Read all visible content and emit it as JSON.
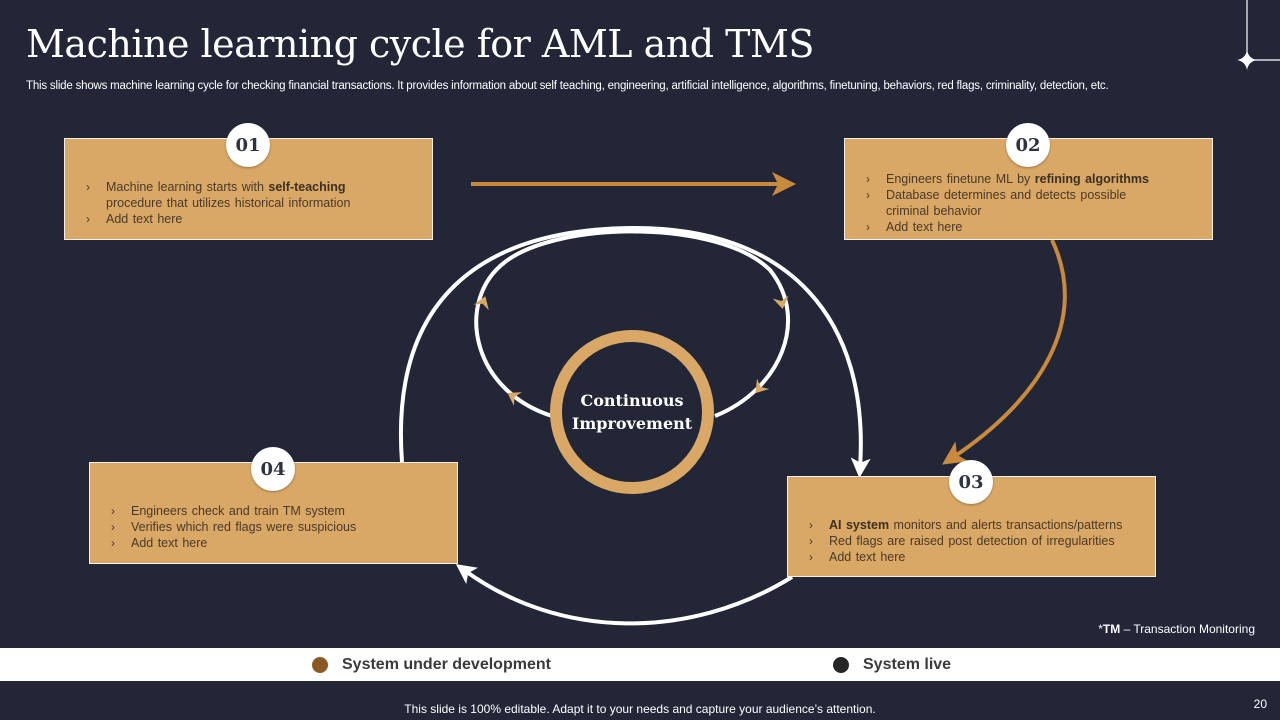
{
  "title": "Machine learning cycle for AML and TMS",
  "subtitle": "This slide shows machine learning cycle for checking financial transactions. It provides information about self teaching, engineering, artificial intelligence, algorithms, finetuning, behaviors, red flags, criminality, detection, etc.",
  "colors": {
    "background": "#222637",
    "card": "#d9a766",
    "accent_arrow": "#c98a3e",
    "development_dot": "#8b5a24",
    "live_dot": "#262626"
  },
  "center": {
    "line1": "Continuous",
    "line2": "Improvement"
  },
  "steps": [
    {
      "number": "01",
      "bullets": [
        {
          "pre": "Machine learning starts with ",
          "bold": "self-teaching",
          "post": " procedure that utilizes historical information"
        },
        {
          "pre": "Add text here",
          "bold": "",
          "post": ""
        }
      ]
    },
    {
      "number": "02",
      "bullets": [
        {
          "pre": "Engineers finetune ML by ",
          "bold": "refining algorithms",
          "post": ""
        },
        {
          "pre": "Database determines and detects possible criminal behavior",
          "bold": "",
          "post": ""
        },
        {
          "pre": "Add text here",
          "bold": "",
          "post": ""
        }
      ]
    },
    {
      "number": "03",
      "bullets": [
        {
          "pre": "",
          "bold": "AI system",
          "post": " monitors and alerts transactions/patterns"
        },
        {
          "pre": "Red flags are raised post detection of irregularities",
          "bold": "",
          "post": ""
        },
        {
          "pre": "Add text here",
          "bold": "",
          "post": ""
        }
      ]
    },
    {
      "number": "04",
      "bullets": [
        {
          "pre": "Engineers check and train TM system",
          "bold": "",
          "post": ""
        },
        {
          "pre": "Verifies which red flags were suspicious",
          "bold": "",
          "post": ""
        },
        {
          "pre": "Add text here",
          "bold": "",
          "post": ""
        }
      ]
    }
  ],
  "note": {
    "prefix": "*",
    "abbr": "TM",
    "text": " – Transaction Monitoring"
  },
  "legend": [
    {
      "label": "System under development",
      "color": "#8b5a24"
    },
    {
      "label": "System live",
      "color": "#262626"
    }
  ],
  "footer": "This slide is 100% editable. Adapt it to your needs and capture your audience’s attention.",
  "page_number": "20"
}
